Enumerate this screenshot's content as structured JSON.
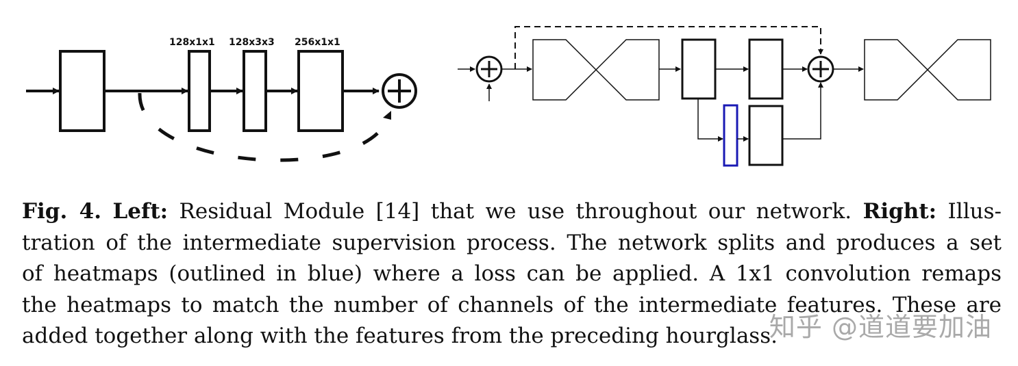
{
  "figure": {
    "left": {
      "labels": [
        "128x1x1",
        "128x3x3",
        "256x1x1"
      ]
    }
  },
  "caption": {
    "fig_label": "Fig. 4.",
    "left_label": "Left:",
    "left_text": "Residual Module [14] that we use throughout our network.",
    "right_label": "Right:",
    "line1_tail": "Illus-",
    "line2": "tration of the intermediate supervision process. The network splits and produces a set",
    "line3": "of heatmaps (outlined in blue) where a loss can be applied. A 1x1 convolution remaps",
    "line4": "the heatmaps to match the number of channels of the intermediate features. These are",
    "line5": "added together along with the features from the preceding hourglass."
  },
  "watermark": "知乎 @道道要加油",
  "colors": {
    "heatmap_outline": "#1a1ab4",
    "ink": "#111111"
  }
}
